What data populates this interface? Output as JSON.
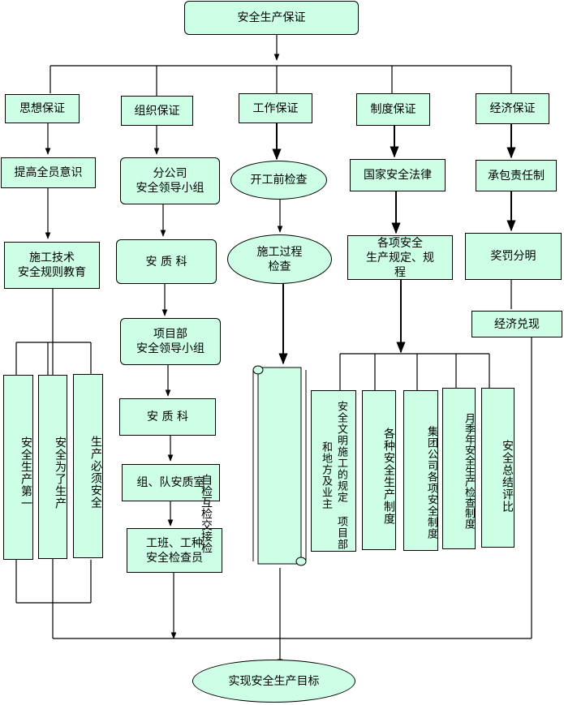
{
  "root": "安全生产保证",
  "goal": "实现安全生产目标",
  "columns": {
    "thought": {
      "header": "思想保证",
      "items": [
        "提高全员意识",
        "施工技术\n安全规则教育"
      ],
      "leaves": [
        "安全生产第一",
        "安全为了生产",
        "生产必须安全"
      ]
    },
    "organization": {
      "header": "组织保证",
      "items": [
        "分公司\n安全领导小组",
        "安 质 科",
        "项目部\n安全领导小组",
        "安 质 科",
        "组、队安质室",
        "工班、工种\n安全检查员"
      ],
      "side_note": "自检互检交接检"
    },
    "work": {
      "header": "工作保证",
      "items": [
        "开工前检查",
        "施工过程\n检查"
      ]
    },
    "system": {
      "header": "制度保证",
      "items": [
        "国家安全法律",
        "各项安全\n生产规定、规\n程"
      ],
      "leaves": [
        "安全文明施工的规定\n项目部和地方及业主",
        "各种安全生产制度",
        "集团公司各项安全制度",
        "月季年安全生产检查制度",
        "安全总结评比"
      ]
    },
    "economic": {
      "header": "经济保证",
      "items": [
        "承包责任制",
        "奖罚分明",
        "经济兑现"
      ]
    }
  }
}
